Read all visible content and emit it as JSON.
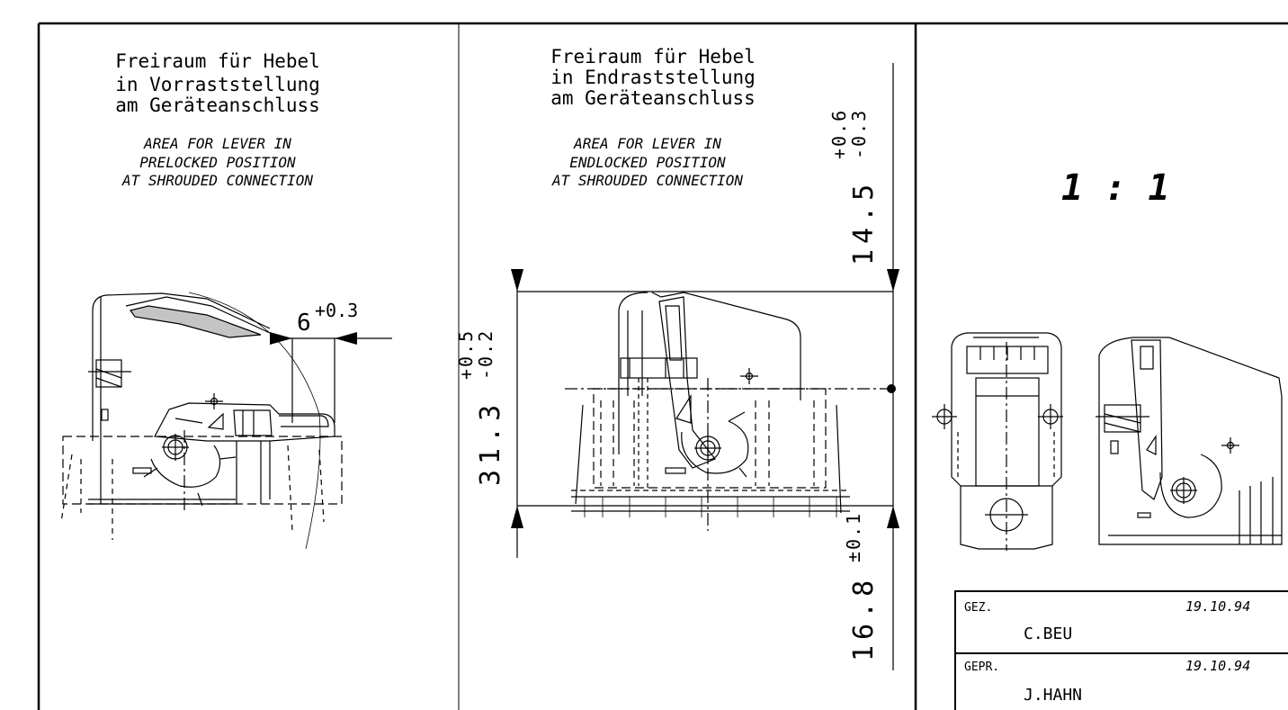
{
  "panel_left": {
    "german_line1": "Freiraum für Hebel",
    "german_line2": "in Vorraststellung",
    "german_line3": "am Geräteanschluss",
    "english_line1": "AREA FOR LEVER IN",
    "english_line2": "PRELOCKED POSITION",
    "english_line3": "AT SHROUDED CONNECTION",
    "dim_value": "6",
    "dim_tol": "+0.3"
  },
  "panel_middle": {
    "german_line1": "Freiraum für Hebel",
    "german_line2": "in Endraststellung",
    "german_line3": "am Geräteanschluss",
    "english_line1": "AREA FOR LEVER IN",
    "english_line2": "ENDLOCKED POSITION",
    "english_line3": "AT SHROUDED CONNECTION",
    "dim_height": "31.3",
    "dim_height_tol_plus": "+0.5",
    "dim_height_tol_minus": "-0.2",
    "dim_top": "14.5",
    "dim_top_tol_plus": "+0.6",
    "dim_top_tol_minus": "-0.3",
    "dim_bottom": "16.8",
    "dim_bottom_tol": "±0.1"
  },
  "panel_right": {
    "scale": "1 : 1"
  },
  "title_block": {
    "drawn_label": "GEZ.",
    "drawn_date": "19.10.94",
    "drawn_name": "C.BEU",
    "checked_label": "GEPR.",
    "checked_date": "19.10.94",
    "checked_name": "J.HAHN"
  },
  "colors": {
    "line": "#000000",
    "background": "#ffffff"
  }
}
